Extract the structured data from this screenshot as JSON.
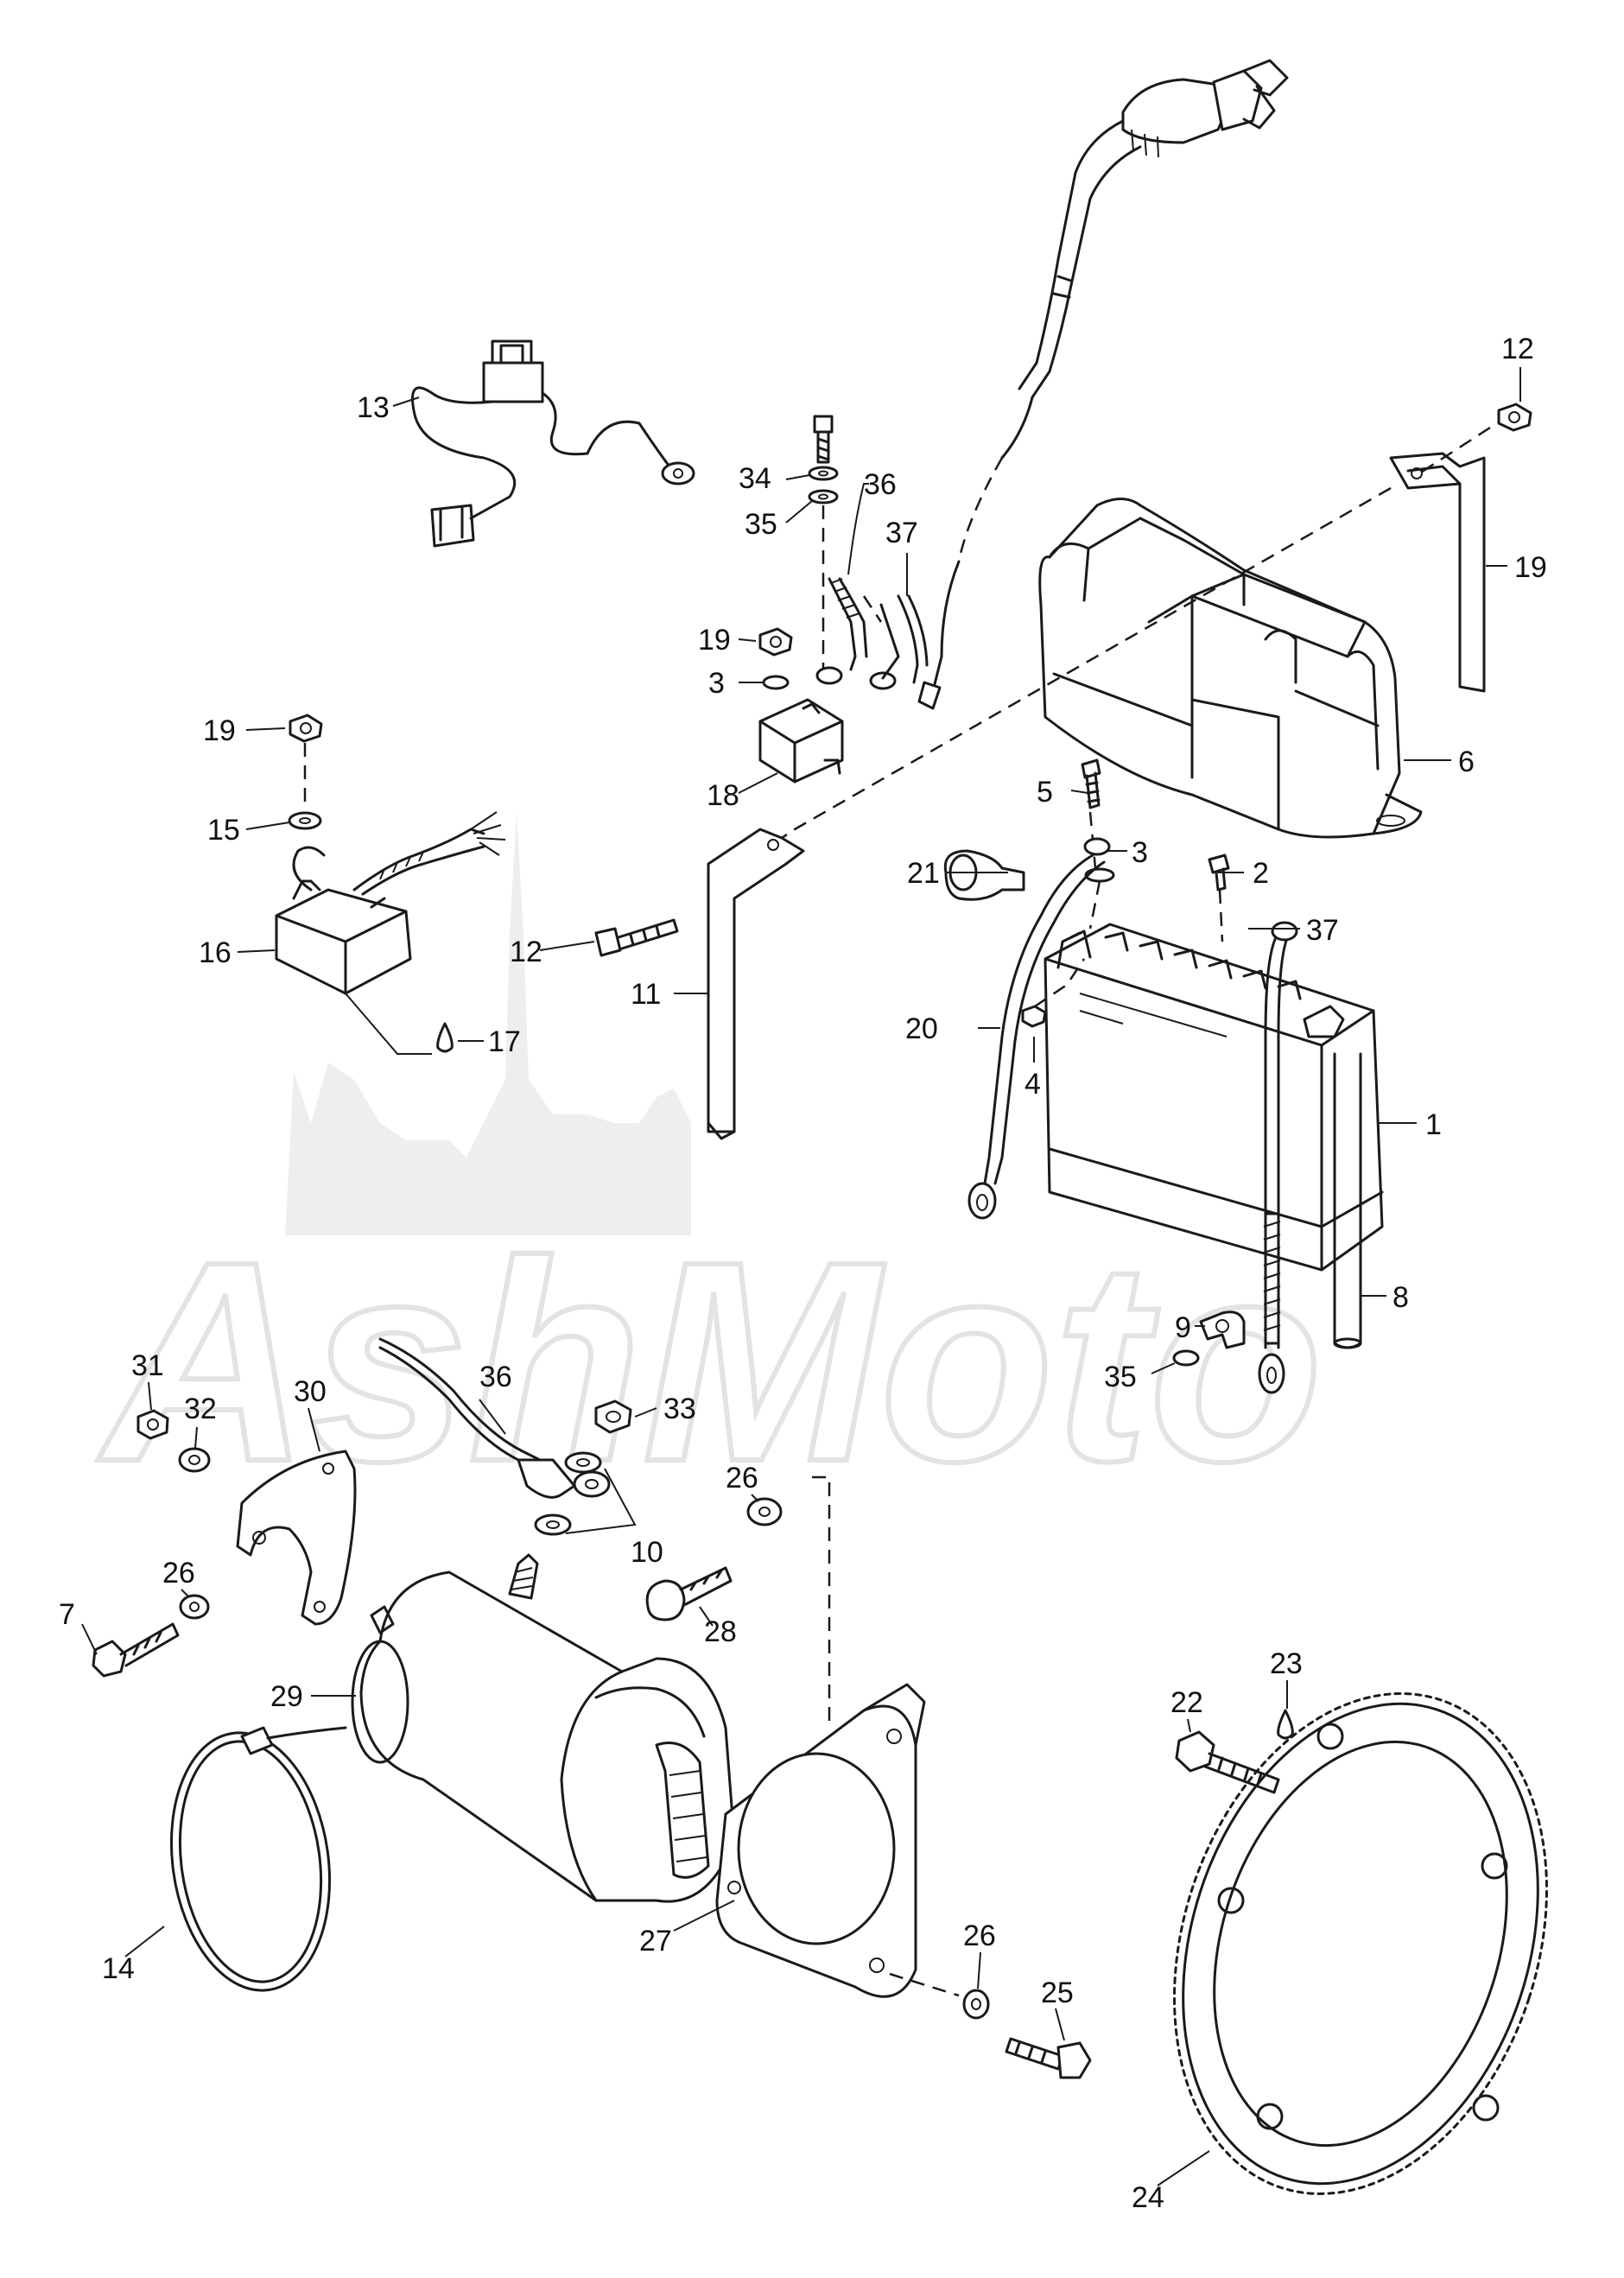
{
  "diagram": {
    "watermark_text": "AshMoto",
    "callouts": [
      {
        "id": "c1",
        "text": "1"
      },
      {
        "id": "c2",
        "text": "2"
      },
      {
        "id": "c3a",
        "text": "3"
      },
      {
        "id": "c3b",
        "text": "3"
      },
      {
        "id": "c4",
        "text": "4"
      },
      {
        "id": "c5",
        "text": "5"
      },
      {
        "id": "c6",
        "text": "6"
      },
      {
        "id": "c7",
        "text": "7"
      },
      {
        "id": "c8",
        "text": "8"
      },
      {
        "id": "c9",
        "text": "9"
      },
      {
        "id": "c10",
        "text": "10"
      },
      {
        "id": "c11",
        "text": "11"
      },
      {
        "id": "c12a",
        "text": "12"
      },
      {
        "id": "c12b",
        "text": "12"
      },
      {
        "id": "c13",
        "text": "13"
      },
      {
        "id": "c14",
        "text": "14"
      },
      {
        "id": "c15",
        "text": "15"
      },
      {
        "id": "c16",
        "text": "16"
      },
      {
        "id": "c17",
        "text": "17"
      },
      {
        "id": "c18",
        "text": "18"
      },
      {
        "id": "c19a",
        "text": "19"
      },
      {
        "id": "c19b",
        "text": "19"
      },
      {
        "id": "c19c",
        "text": "19"
      },
      {
        "id": "c20",
        "text": "20"
      },
      {
        "id": "c21",
        "text": "21"
      },
      {
        "id": "c22",
        "text": "22"
      },
      {
        "id": "c23",
        "text": "23"
      },
      {
        "id": "c24",
        "text": "24"
      },
      {
        "id": "c25",
        "text": "25"
      },
      {
        "id": "c26a",
        "text": "26"
      },
      {
        "id": "c26b",
        "text": "26"
      },
      {
        "id": "c26c",
        "text": "26"
      },
      {
        "id": "c27",
        "text": "27"
      },
      {
        "id": "c28",
        "text": "28"
      },
      {
        "id": "c29",
        "text": "29"
      },
      {
        "id": "c30",
        "text": "30"
      },
      {
        "id": "c31",
        "text": "31"
      },
      {
        "id": "c32",
        "text": "32"
      },
      {
        "id": "c33",
        "text": "33"
      },
      {
        "id": "c34",
        "text": "34"
      },
      {
        "id": "c35a",
        "text": "35"
      },
      {
        "id": "c35b",
        "text": "35"
      },
      {
        "id": "c36a",
        "text": "36"
      },
      {
        "id": "c36b",
        "text": "36"
      },
      {
        "id": "c37a",
        "text": "37"
      },
      {
        "id": "c37b",
        "text": "37"
      }
    ]
  }
}
